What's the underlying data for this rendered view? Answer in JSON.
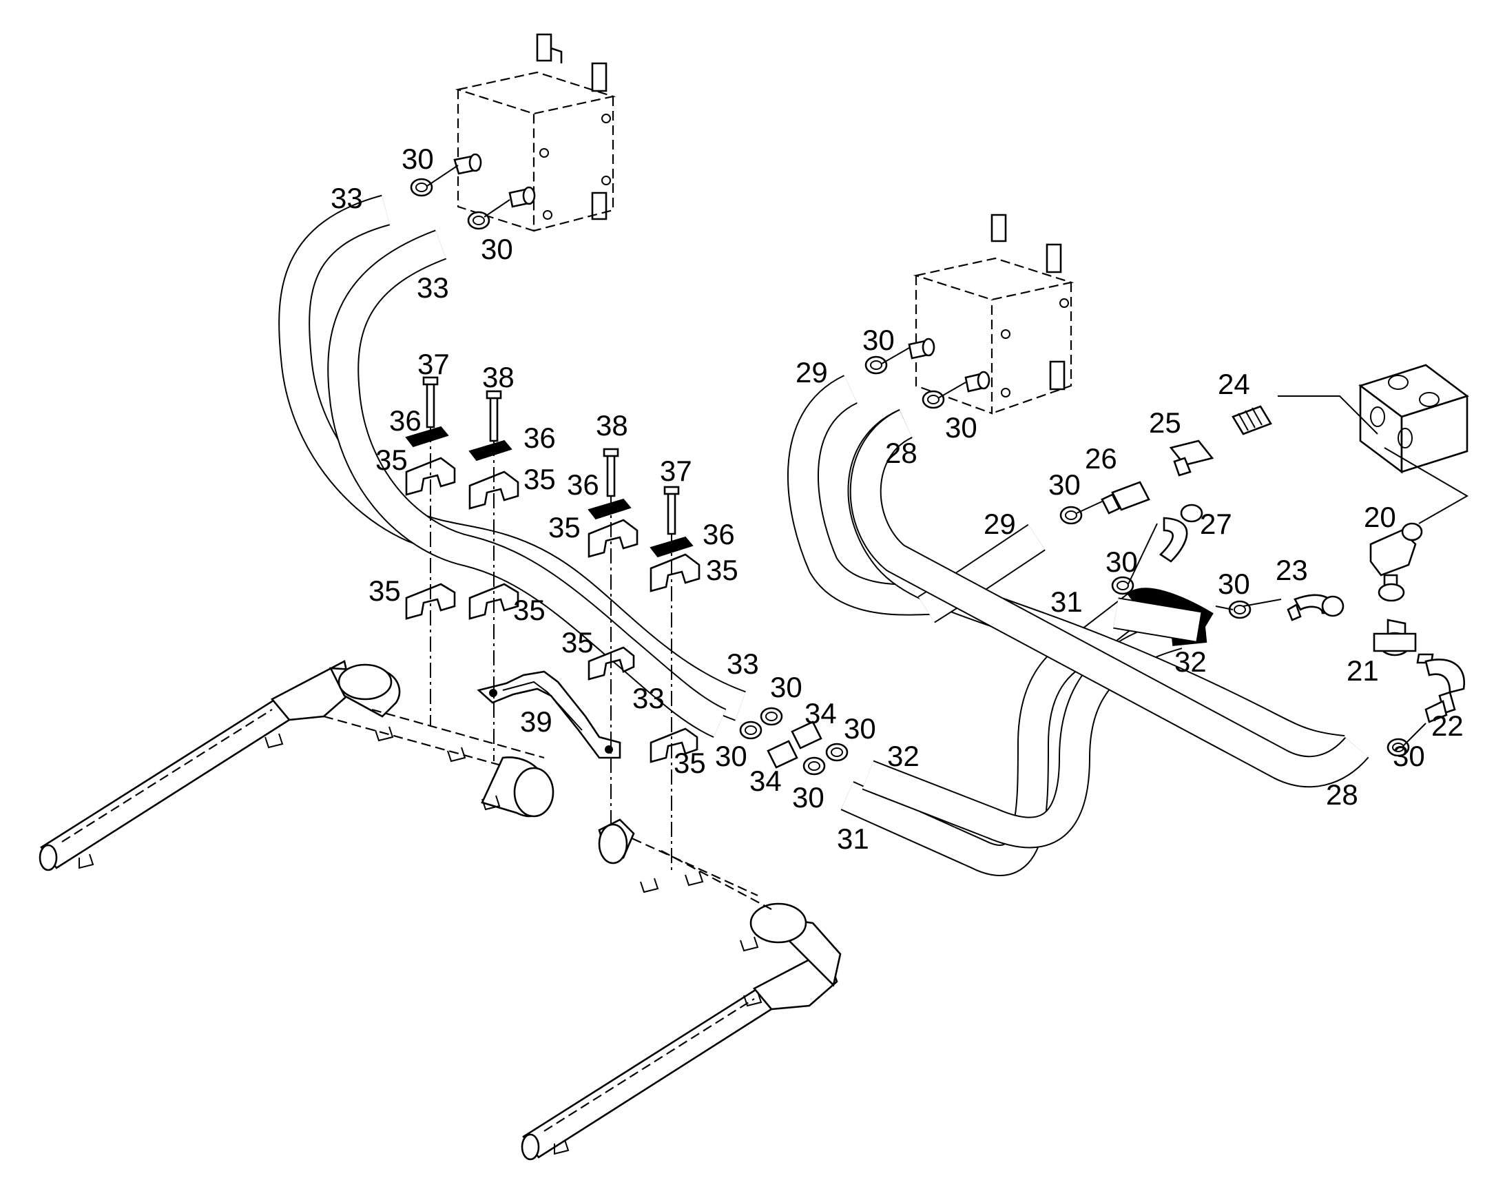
{
  "diagram": {
    "callouts": [
      {
        "id": "c1",
        "text": "30"
      },
      {
        "id": "c2",
        "text": "33"
      },
      {
        "id": "c3",
        "text": "30"
      },
      {
        "id": "c4",
        "text": "33"
      },
      {
        "id": "c5",
        "text": "37"
      },
      {
        "id": "c6",
        "text": "38"
      },
      {
        "id": "c7",
        "text": "36"
      },
      {
        "id": "c8",
        "text": "36"
      },
      {
        "id": "c9",
        "text": "35"
      },
      {
        "id": "c10",
        "text": "35"
      },
      {
        "id": "c11",
        "text": "38"
      },
      {
        "id": "c12",
        "text": "37"
      },
      {
        "id": "c13",
        "text": "36"
      },
      {
        "id": "c14",
        "text": "36"
      },
      {
        "id": "c15",
        "text": "35"
      },
      {
        "id": "c16",
        "text": "35"
      },
      {
        "id": "c17",
        "text": "35"
      },
      {
        "id": "c18",
        "text": "35"
      },
      {
        "id": "c19",
        "text": "35"
      },
      {
        "id": "c20",
        "text": "39"
      },
      {
        "id": "c21",
        "text": "33"
      },
      {
        "id": "c22",
        "text": "33"
      },
      {
        "id": "c23",
        "text": "35"
      },
      {
        "id": "c24",
        "text": "30"
      },
      {
        "id": "c25",
        "text": "34"
      },
      {
        "id": "c26",
        "text": "30"
      },
      {
        "id": "c27",
        "text": "30"
      },
      {
        "id": "c28",
        "text": "34"
      },
      {
        "id": "c29",
        "text": "32"
      },
      {
        "id": "c30",
        "text": "30"
      },
      {
        "id": "c31",
        "text": "31"
      },
      {
        "id": "c32",
        "text": "29"
      },
      {
        "id": "c33",
        "text": "30"
      },
      {
        "id": "c34",
        "text": "30"
      },
      {
        "id": "c35",
        "text": "28"
      },
      {
        "id": "c36",
        "text": "24"
      },
      {
        "id": "c37",
        "text": "25"
      },
      {
        "id": "c38",
        "text": "26"
      },
      {
        "id": "c39",
        "text": "30"
      },
      {
        "id": "c40",
        "text": "29"
      },
      {
        "id": "c41",
        "text": "27"
      },
      {
        "id": "c42",
        "text": "20"
      },
      {
        "id": "c43",
        "text": "30"
      },
      {
        "id": "c44",
        "text": "30"
      },
      {
        "id": "c45",
        "text": "23"
      },
      {
        "id": "c46",
        "text": "31"
      },
      {
        "id": "c47",
        "text": "32"
      },
      {
        "id": "c48",
        "text": "21"
      },
      {
        "id": "c49",
        "text": "22"
      },
      {
        "id": "c50",
        "text": "30"
      },
      {
        "id": "c51",
        "text": "28"
      }
    ]
  }
}
